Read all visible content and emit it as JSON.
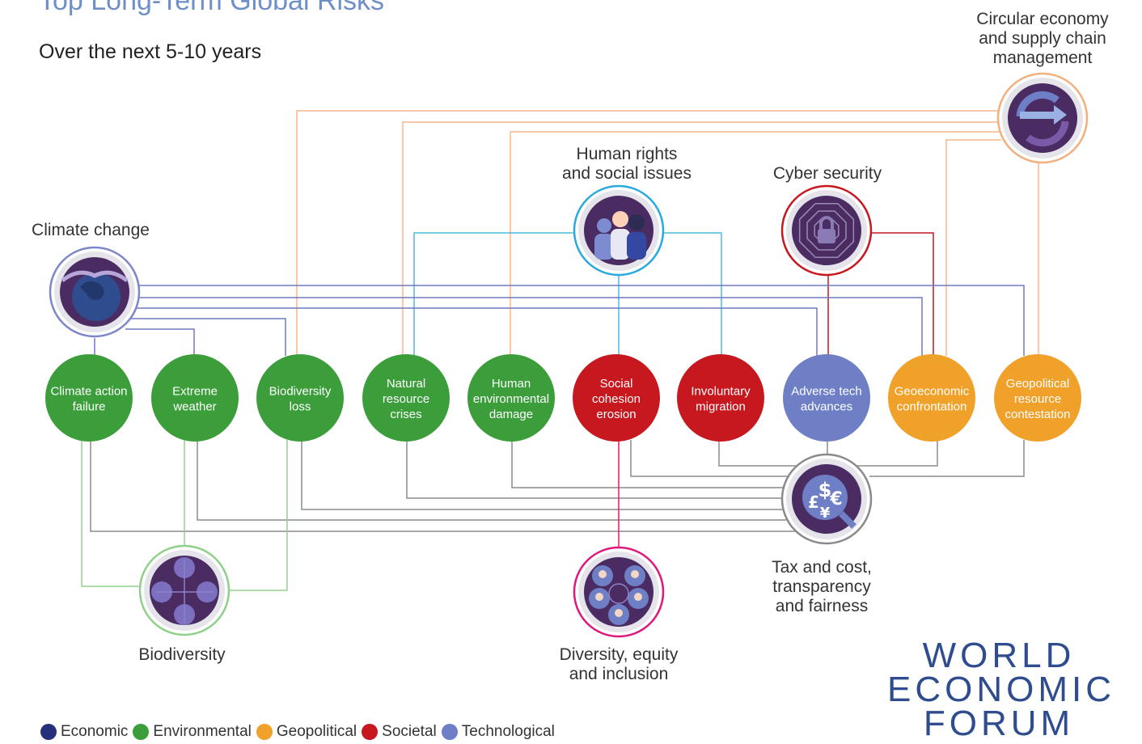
{
  "header": {
    "title": "Top Long-Term Global Risks",
    "subtitle": "Over the next 5-10 years"
  },
  "colors": {
    "economic": "#25307a",
    "environmental": "#3b9e3a",
    "geopolitical": "#f0a12a",
    "societal": "#c7171f",
    "technological": "#6f7fc6"
  },
  "risks": [
    {
      "label": [
        "Climate action",
        "failure"
      ],
      "category": "environmental"
    },
    {
      "label": [
        "Extreme",
        "weather"
      ],
      "category": "environmental"
    },
    {
      "label": [
        "Biodiversity",
        "loss"
      ],
      "category": "environmental"
    },
    {
      "label": [
        "Natural",
        "resource",
        "crises"
      ],
      "category": "environmental"
    },
    {
      "label": [
        "Human",
        "environmental",
        "damage"
      ],
      "category": "environmental"
    },
    {
      "label": [
        "Social",
        "cohesion",
        "erosion"
      ],
      "category": "societal"
    },
    {
      "label": [
        "Involuntary",
        "migration"
      ],
      "category": "societal"
    },
    {
      "label": [
        "Adverse tech",
        "advances"
      ],
      "category": "technological"
    },
    {
      "label": [
        "Geoeconomic",
        "confrontation"
      ],
      "category": "geopolitical"
    },
    {
      "label": [
        "Geopolitical",
        "resource",
        "contestation"
      ],
      "category": "geopolitical"
    }
  ],
  "topics": [
    {
      "label": [
        "Climate change"
      ],
      "icon": "globe-icon",
      "ring": "#7c86c8"
    },
    {
      "label": [
        "Human rights",
        "and social issues"
      ],
      "icon": "people-group-icon",
      "ring": "#2aa9e0"
    },
    {
      "label": [
        "Cyber security"
      ],
      "icon": "padlock-web-icon",
      "ring": "#c7171f"
    },
    {
      "label": [
        "Circular economy",
        "and supply chain",
        "management"
      ],
      "icon": "circular-arrows-icon",
      "ring": "#f2b07e"
    },
    {
      "label": [
        "Tax and cost,",
        "transparency",
        "and fairness"
      ],
      "icon": "currency-magnifier-icon",
      "ring": "#8a8a8a"
    },
    {
      "label": [
        "Biodiversity"
      ],
      "icon": "animals-icon",
      "ring": "#8fd08a"
    },
    {
      "label": [
        "Diversity, equity",
        "and inclusion"
      ],
      "icon": "diverse-people-icon",
      "ring": "#e0187d"
    }
  ],
  "legend": [
    {
      "label": "Economic",
      "color": "#25307a"
    },
    {
      "label": "Environmental",
      "color": "#3b9e3a"
    },
    {
      "label": "Geopolitical",
      "color": "#f0a12a"
    },
    {
      "label": "Societal",
      "color": "#c7171f"
    },
    {
      "label": "Technological",
      "color": "#6f7fc6"
    }
  ],
  "logo": {
    "lines": [
      "WORLD",
      "ECONOMIC",
      "FORUM"
    ]
  }
}
